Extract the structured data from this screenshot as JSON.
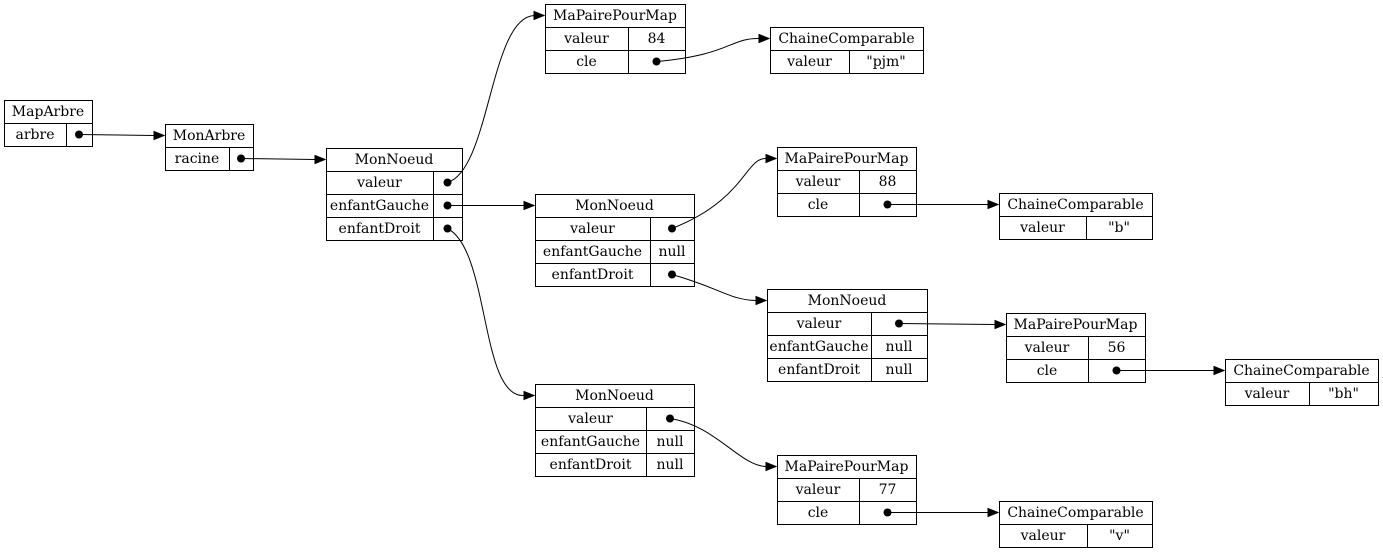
{
  "nodes": {
    "map": {
      "title": "MapArbre",
      "rows": [
        {
          "label": "arbre",
          "value": ""
        }
      ]
    },
    "tree": {
      "title": "MonArbre",
      "rows": [
        {
          "label": "racine",
          "value": ""
        }
      ]
    },
    "n1": {
      "title": "MonNoeud",
      "rows": [
        {
          "label": "valeur",
          "value": ""
        },
        {
          "label": "enfantGauche",
          "value": ""
        },
        {
          "label": "enfantDroit",
          "value": ""
        }
      ]
    },
    "p84": {
      "title": "MaPairePourMap",
      "rows": [
        {
          "label": "valeur",
          "value": "84"
        },
        {
          "label": "cle",
          "value": ""
        }
      ]
    },
    "s_pjm": {
      "title": "ChaineComparable",
      "rows": [
        {
          "label": "valeur",
          "value": "\"pjm\""
        }
      ]
    },
    "n2": {
      "title": "MonNoeud",
      "rows": [
        {
          "label": "valeur",
          "value": ""
        },
        {
          "label": "enfantGauche",
          "value": "null"
        },
        {
          "label": "enfantDroit",
          "value": ""
        }
      ]
    },
    "p88": {
      "title": "MaPairePourMap",
      "rows": [
        {
          "label": "valeur",
          "value": "88"
        },
        {
          "label": "cle",
          "value": ""
        }
      ]
    },
    "s_b": {
      "title": "ChaineComparable",
      "rows": [
        {
          "label": "valeur",
          "value": "\"b\""
        }
      ]
    },
    "n3": {
      "title": "MonNoeud",
      "rows": [
        {
          "label": "valeur",
          "value": ""
        },
        {
          "label": "enfantGauche",
          "value": "null"
        },
        {
          "label": "enfantDroit",
          "value": "null"
        }
      ]
    },
    "p56": {
      "title": "MaPairePourMap",
      "rows": [
        {
          "label": "valeur",
          "value": "56"
        },
        {
          "label": "cle",
          "value": ""
        }
      ]
    },
    "s_bh": {
      "title": "ChaineComparable",
      "rows": [
        {
          "label": "valeur",
          "value": "\"bh\""
        }
      ]
    },
    "n4": {
      "title": "MonNoeud",
      "rows": [
        {
          "label": "valeur",
          "value": ""
        },
        {
          "label": "enfantGauche",
          "value": "null"
        },
        {
          "label": "enfantDroit",
          "value": "null"
        }
      ]
    },
    "p77": {
      "title": "MaPairePourMap",
      "rows": [
        {
          "label": "valeur",
          "value": "77"
        },
        {
          "label": "cle",
          "value": ""
        }
      ]
    },
    "s_v": {
      "title": "ChaineComparable",
      "rows": [
        {
          "label": "valeur",
          "value": "\"v\""
        }
      ]
    }
  },
  "edges": [
    {
      "from": "map",
      "row": 0,
      "to": "tree"
    },
    {
      "from": "tree",
      "row": 0,
      "to": "n1"
    },
    {
      "from": "n1",
      "row": 0,
      "to": "p84"
    },
    {
      "from": "p84",
      "row": 1,
      "to": "s_pjm"
    },
    {
      "from": "n1",
      "row": 1,
      "to": "n2"
    },
    {
      "from": "n1",
      "row": 2,
      "to": "n4"
    },
    {
      "from": "n2",
      "row": 0,
      "to": "p88"
    },
    {
      "from": "p88",
      "row": 1,
      "to": "s_b"
    },
    {
      "from": "n2",
      "row": 2,
      "to": "n3"
    },
    {
      "from": "n3",
      "row": 0,
      "to": "p56"
    },
    {
      "from": "p56",
      "row": 1,
      "to": "s_bh"
    },
    {
      "from": "n4",
      "row": 0,
      "to": "p77"
    },
    {
      "from": "p77",
      "row": 1,
      "to": "s_v"
    }
  ]
}
